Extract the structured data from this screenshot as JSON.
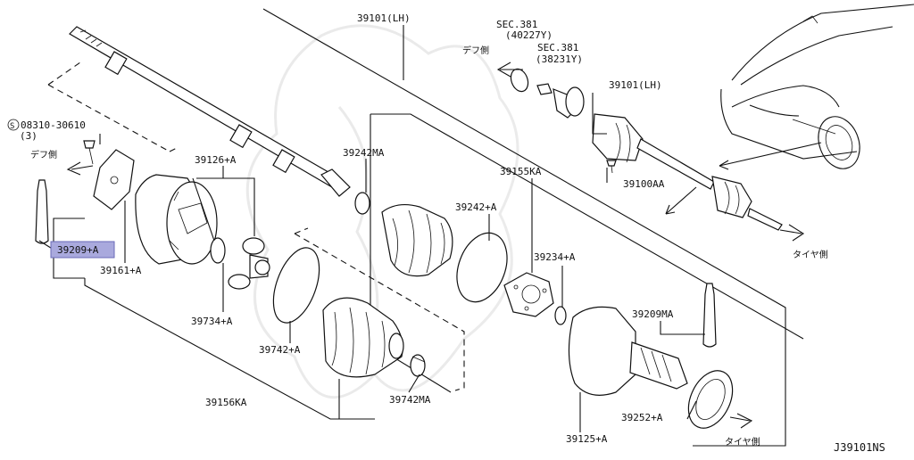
{
  "diagram_id": "J39101NS",
  "labels": {
    "shaft_lh": "39101(LH)",
    "shaft_lh_right": "39101(LH)",
    "sec381_a": "SEC.381",
    "sec381_a_code": "(40227Y)",
    "sec381_b": "SEC.381",
    "sec381_b_code": "(38231Y)",
    "bolt_part": "08310-30610",
    "bolt_qty": "(3)",
    "bolt_symbol": "S",
    "p39209a": "39209+A",
    "p39161a": "39161+A",
    "p39126a": "39126+A",
    "p39242ma": "39242MA",
    "p39242a": "39242+A",
    "p39155ka": "39155KA",
    "p39234a": "39234+A",
    "p39209ma": "39209MA",
    "p39734a": "39734+A",
    "p39742a": "39742+A",
    "p39742ma": "39742MA",
    "p39156ka": "39156KA",
    "p39125a": "39125+A",
    "p39252a": "39252+A",
    "p39100aa": "39100AA"
  },
  "directions": {
    "diff_side_1": "デフ側",
    "diff_side_2": "デフ側",
    "tire_side_1": "タイヤ側",
    "tire_side_2": "タイヤ側"
  },
  "colors": {
    "highlight": "#a9a9dd",
    "line": "#111111"
  }
}
